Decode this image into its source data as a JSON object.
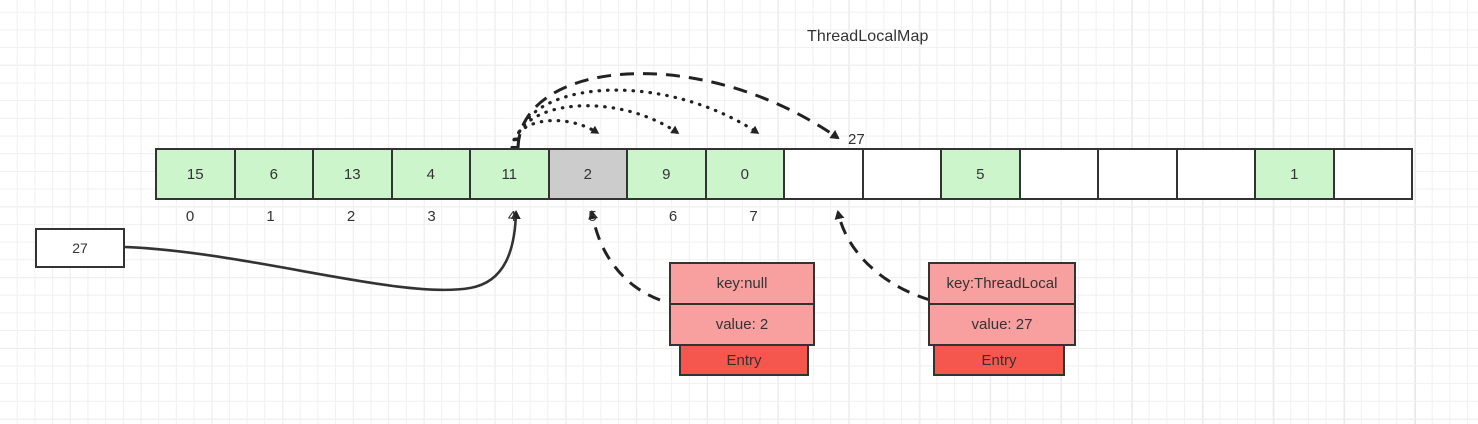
{
  "title": "ThreadLocalMap",
  "source_box": {
    "label": "27"
  },
  "array": {
    "cells": [
      {
        "value": "15",
        "state": "green"
      },
      {
        "value": "6",
        "state": "green"
      },
      {
        "value": "13",
        "state": "green"
      },
      {
        "value": "4",
        "state": "green"
      },
      {
        "value": "11",
        "state": "green"
      },
      {
        "value": "2",
        "state": "gray"
      },
      {
        "value": "9",
        "state": "green"
      },
      {
        "value": "0",
        "state": "green"
      },
      {
        "value": "",
        "state": "empty"
      },
      {
        "value": "",
        "state": "empty"
      },
      {
        "value": "5",
        "state": "green"
      },
      {
        "value": "",
        "state": "empty"
      },
      {
        "value": "",
        "state": "empty"
      },
      {
        "value": "",
        "state": "empty"
      },
      {
        "value": "1",
        "state": "green"
      },
      {
        "value": "",
        "state": "empty"
      }
    ],
    "indices": [
      "0",
      "1",
      "2",
      "3",
      "4",
      "5",
      "6",
      "7"
    ]
  },
  "annotations": {
    "insert_label": "27"
  },
  "entries": [
    {
      "key": "key:null",
      "value": "value: 2",
      "footer": "Entry"
    },
    {
      "key": "key:ThreadLocal",
      "value": "value: 27",
      "footer": "Entry"
    }
  ],
  "colors": {
    "occupied": "#ccf5cc",
    "stale": "#cccccc",
    "empty": "#ffffff",
    "entry_body": "#f8a0a0",
    "entry_footer": "#f5564e",
    "stroke": "#333333"
  }
}
